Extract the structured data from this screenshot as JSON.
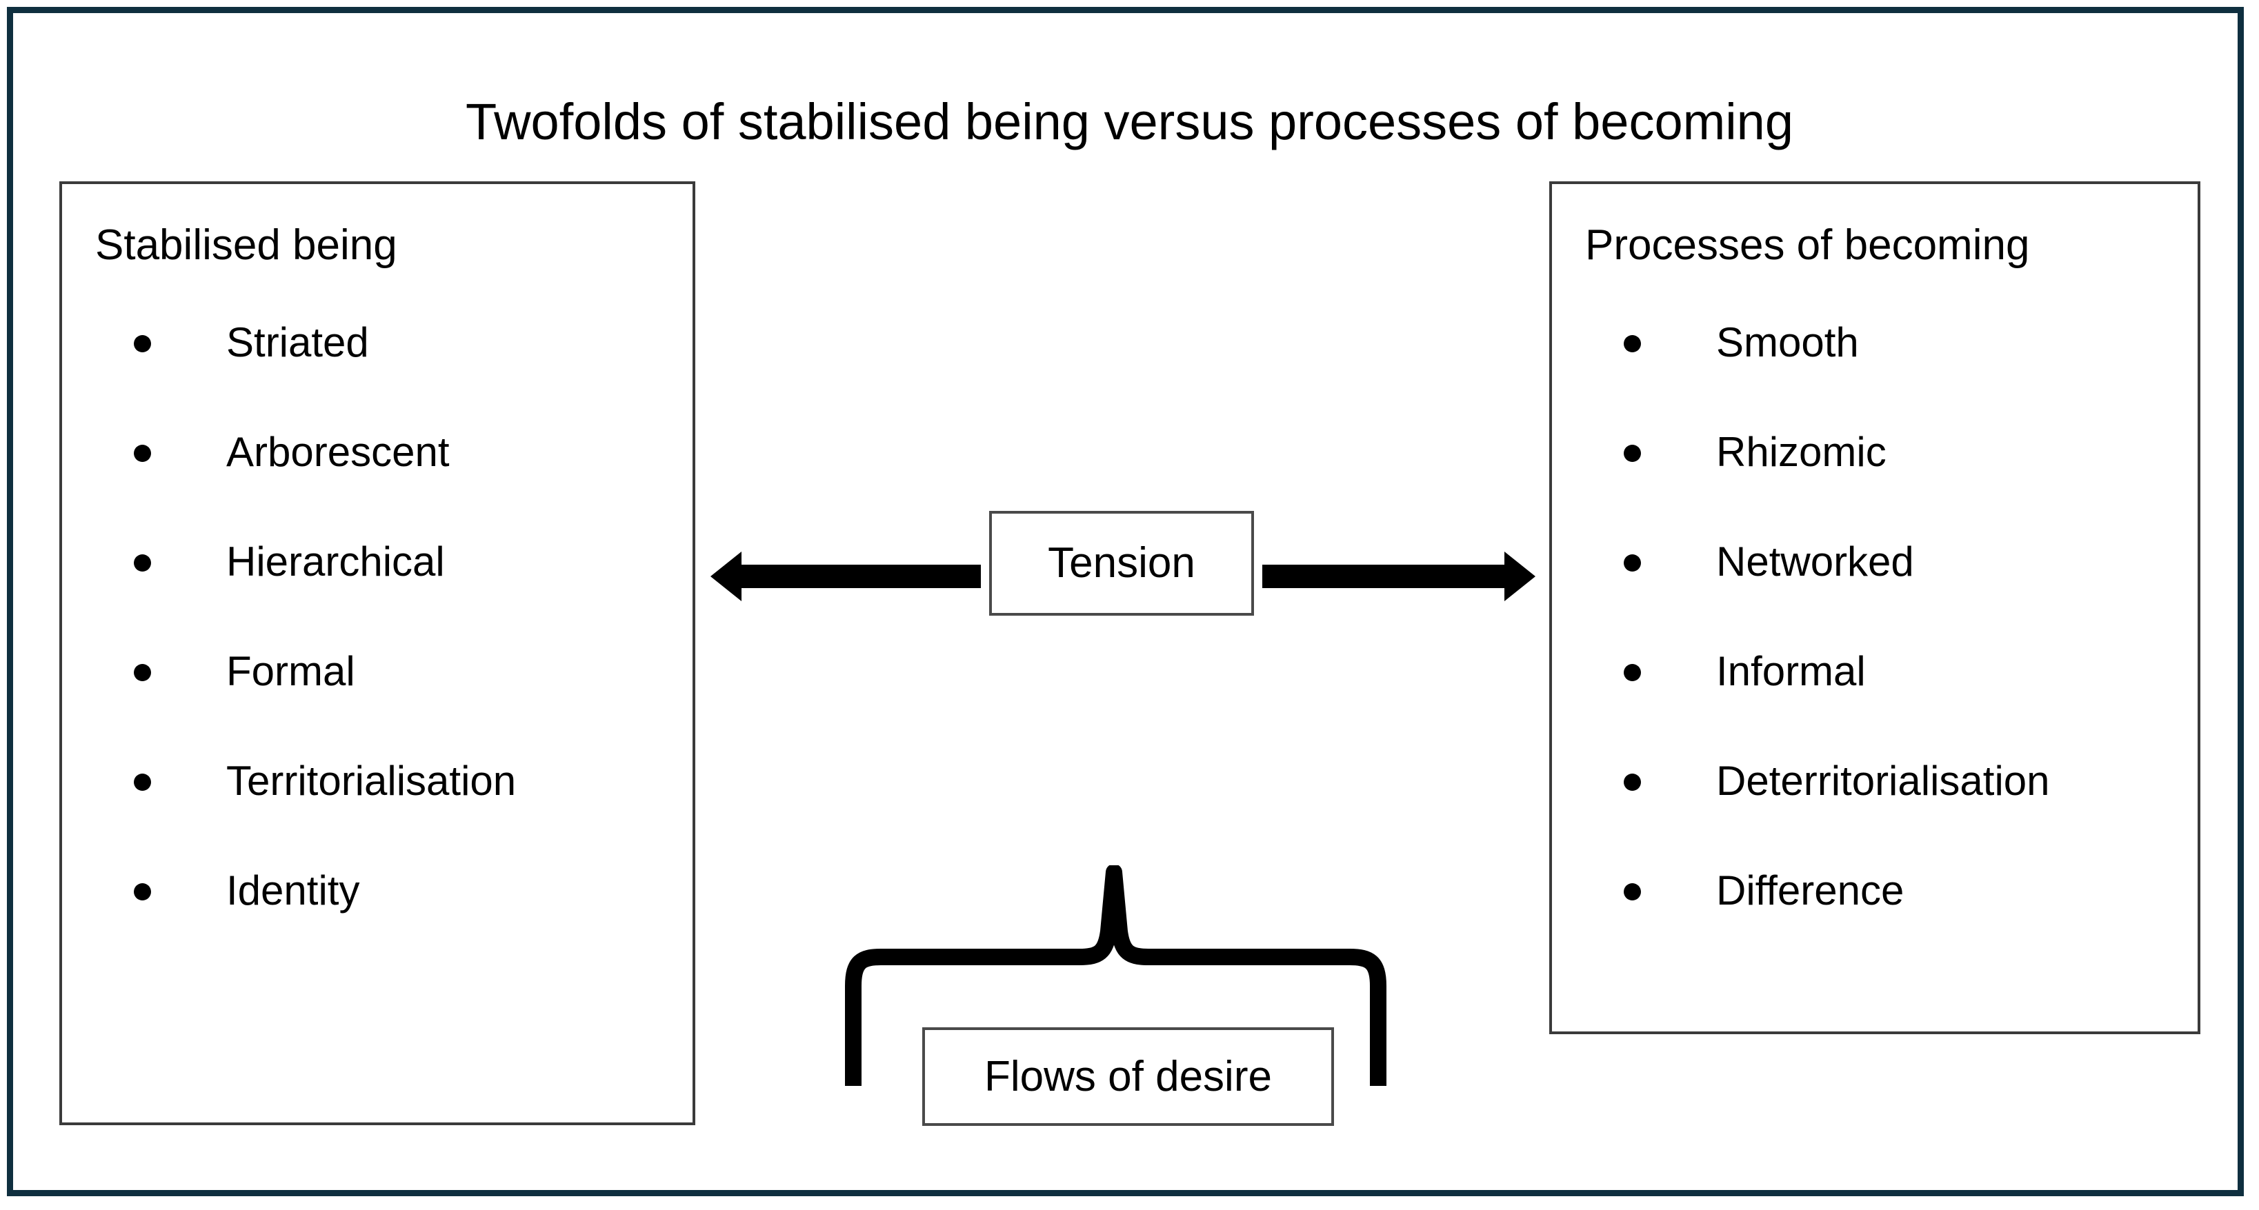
{
  "frame": {
    "border_color": "#0f2f3f"
  },
  "title": "Twofolds of stabilised being versus processes of becoming",
  "left_column": {
    "heading": "Stabilised being",
    "items": [
      {
        "label": "Striated"
      },
      {
        "label": "Arborescent"
      },
      {
        "label": "Hierarchical"
      },
      {
        "label": "Formal"
      },
      {
        "label": "Territorialisation"
      },
      {
        "label": "Identity"
      }
    ]
  },
  "right_column": {
    "heading": "Processes of becoming",
    "items": [
      {
        "label": "Smooth"
      },
      {
        "label": "Rhizomic"
      },
      {
        "label": "Networked"
      },
      {
        "label": "Informal"
      },
      {
        "label": "Deterritorialisation"
      },
      {
        "label": "Difference"
      }
    ]
  },
  "center_node": {
    "label": "Tension"
  },
  "bottom_node": {
    "label": "Flows of desire"
  },
  "connectors": {
    "left_arrow_name": "double-arrow-left",
    "right_arrow_name": "double-arrow-right",
    "brace_name": "curly-brace-up",
    "stroke_color": "#000000"
  }
}
